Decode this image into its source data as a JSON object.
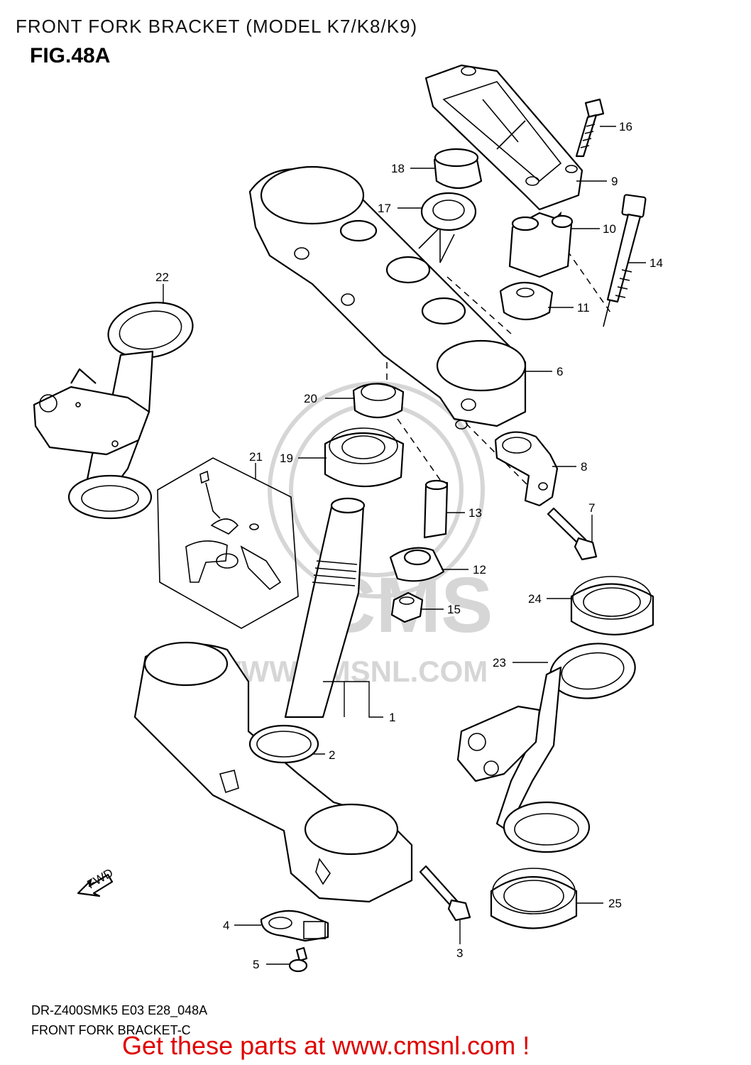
{
  "header": {
    "title": "FRONT FORK BRACKET (MODEL K7/K8/K9)",
    "fig_label": "FIG.48A"
  },
  "footer": {
    "code": "DR-Z400SMK5 E03 E28_048A",
    "caption": "FRONT FORK BRACKET-C",
    "promo": "Get these parts at www.cmsnl.com !"
  },
  "watermark": {
    "logo": "CMS",
    "url": "WWW.CMSNL.COM"
  },
  "fwd_label": "FWD",
  "parts": [
    {
      "num": "1"
    },
    {
      "num": "2"
    },
    {
      "num": "3"
    },
    {
      "num": "4"
    },
    {
      "num": "5"
    },
    {
      "num": "6"
    },
    {
      "num": "7"
    },
    {
      "num": "8"
    },
    {
      "num": "9"
    },
    {
      "num": "10"
    },
    {
      "num": "11"
    },
    {
      "num": "12"
    },
    {
      "num": "13"
    },
    {
      "num": "14"
    },
    {
      "num": "15"
    },
    {
      "num": "16"
    },
    {
      "num": "17"
    },
    {
      "num": "18"
    },
    {
      "num": "19"
    },
    {
      "num": "20"
    },
    {
      "num": "21"
    },
    {
      "num": "22"
    },
    {
      "num": "23"
    },
    {
      "num": "24"
    },
    {
      "num": "25"
    }
  ],
  "colors": {
    "promo": "#e00000",
    "line": "#000000",
    "watermark": "#d6d6d6"
  }
}
